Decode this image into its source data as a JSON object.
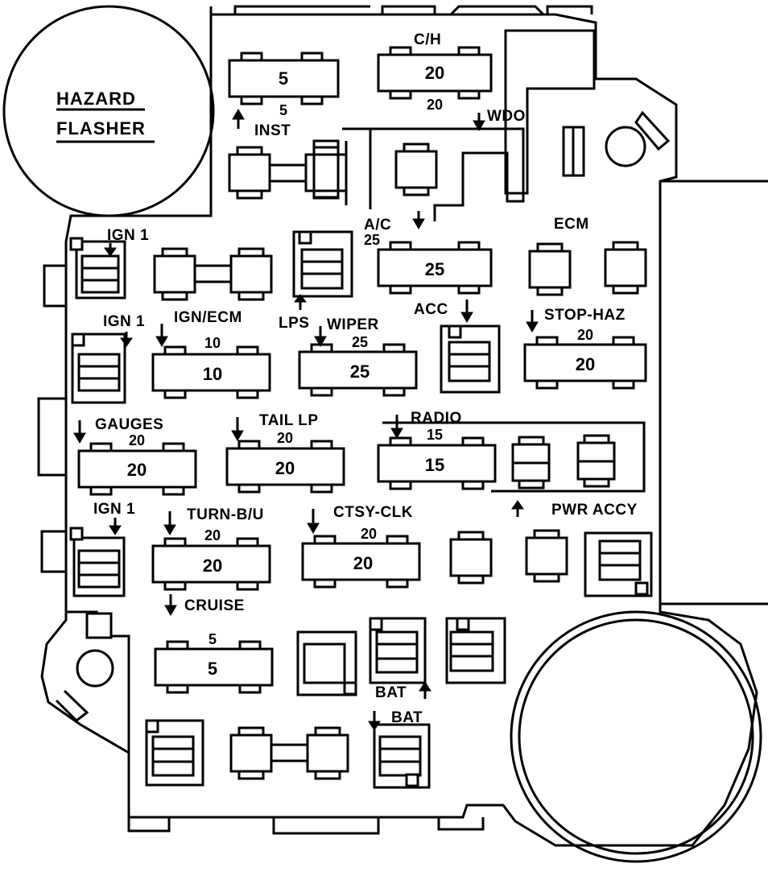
{
  "hazard_flasher": {
    "line1": "HAZARD",
    "line2": "FLASHER"
  },
  "labels": {
    "ch": "C/H",
    "inst": "INST",
    "wdo": "WDO",
    "ac": "A/C",
    "ecm": "ECM",
    "ign1_a": "IGN 1",
    "ign1_b": "IGN 1",
    "ign1_c": "IGN 1",
    "ign_ecm": "IGN/ECM",
    "lps": "LPS",
    "wiper": "WIPER",
    "acc": "ACC",
    "stop_haz": "STOP-HAZ",
    "gauges": "GAUGES",
    "tail_lp": "TAIL LP",
    "radio": "RADIO",
    "turn_bu": "TURN-B/U",
    "ctsy_clk": "CTSY-CLK",
    "pwr_accy": "PWR ACCY",
    "cruise": "CRUISE",
    "bat_a": "BAT",
    "bat_b": "BAT"
  },
  "ratings": {
    "inst": "5",
    "ch": "20",
    "ac": "25",
    "ign_ecm": "10",
    "wiper": "25",
    "stop_haz": "20",
    "gauges": "20",
    "tail_lp": "20",
    "radio": "15",
    "turn_bu": "20",
    "ctsy_clk": "20",
    "cruise": "5"
  },
  "fuse_values": {
    "inst": "5",
    "ch": "20",
    "ac": "25",
    "ign_ecm": "10",
    "wiper": "25",
    "stop_haz": "20",
    "gauges": "20",
    "tail_lp": "20",
    "radio": "15",
    "turn_bu": "20",
    "ctsy_clk": "20",
    "cruise": "5"
  }
}
